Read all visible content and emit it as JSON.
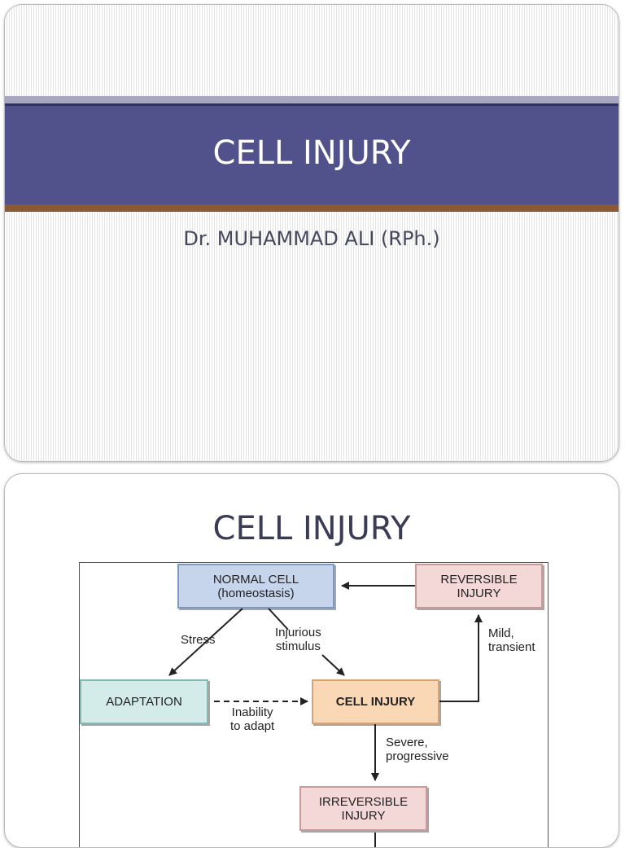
{
  "slide1": {
    "title": "CELL INJURY",
    "subtitle": "Dr. MUHAMMAD ALI (RPh.)"
  },
  "slide2": {
    "title": "CELL INJURY",
    "diagram": {
      "nodes": {
        "normal_cell": "NORMAL CELL\n(homeostasis)",
        "reversible_injury": "REVERSIBLE\nINJURY",
        "adaptation": "ADAPTATION",
        "cell_injury": "CELL INJURY",
        "irreversible_injury": "IRREVERSIBLE\nINJURY"
      },
      "edge_labels": {
        "stress": "Stress",
        "injurious_stimulus": "Injurious\nstimulus",
        "inability_to_adapt": "Inability\nto adapt",
        "mild_transient": "Mild,\ntransient",
        "severe_progressive": "Severe,\nprogressive"
      }
    }
  }
}
